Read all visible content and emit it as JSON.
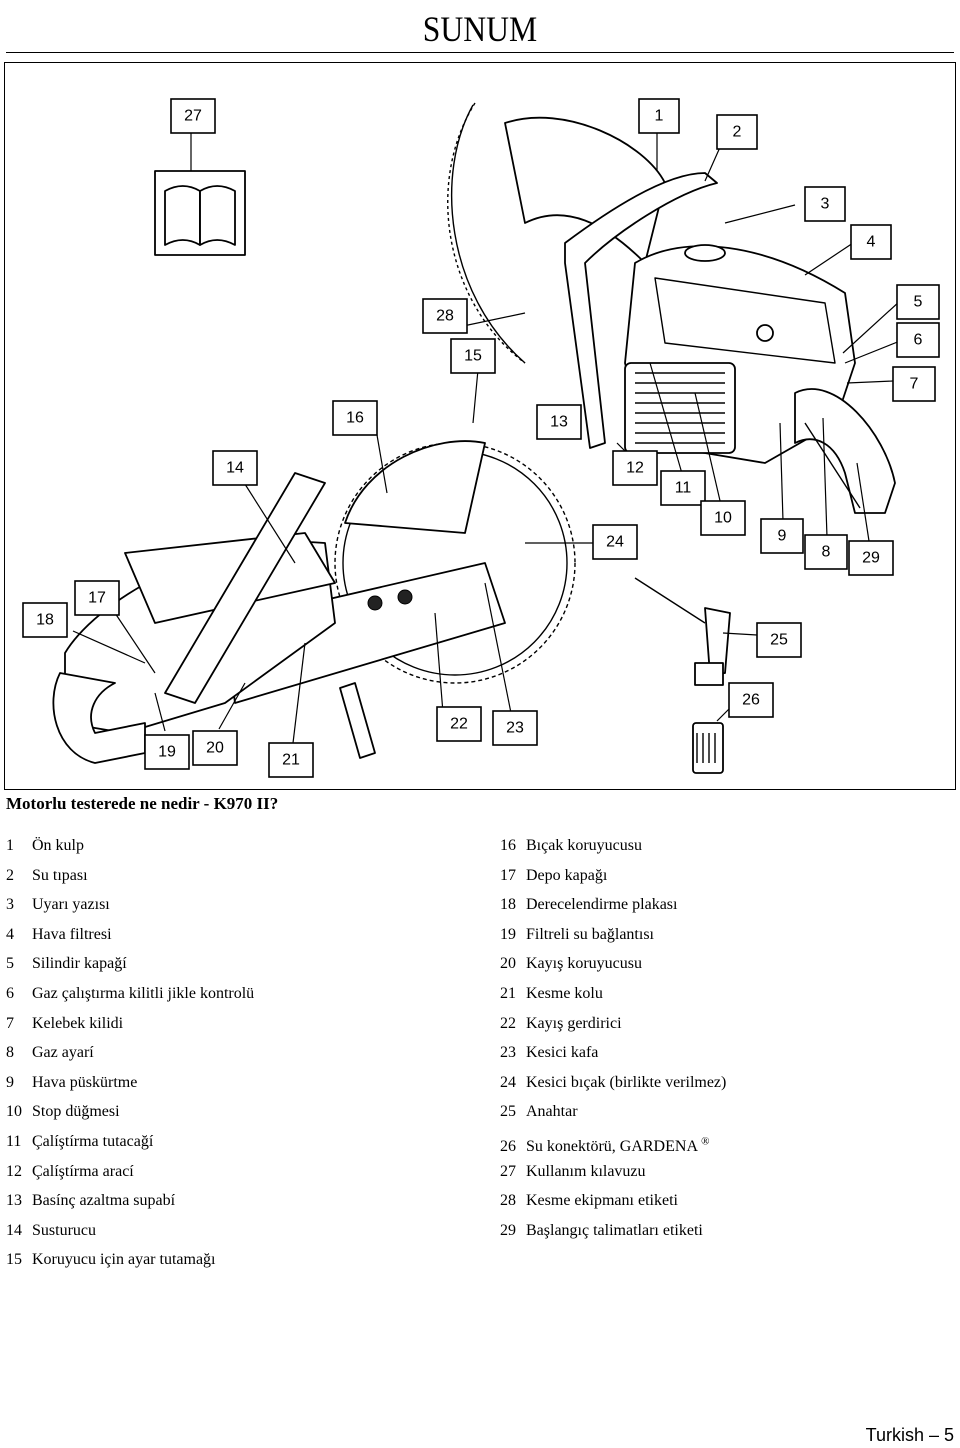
{
  "header": {
    "title": "SUNUM"
  },
  "figure": {
    "callouts": [
      "1",
      "2",
      "3",
      "4",
      "5",
      "6",
      "7",
      "8",
      "9",
      "10",
      "11",
      "12",
      "13",
      "14",
      "15",
      "16",
      "17",
      "18",
      "19",
      "20",
      "21",
      "22",
      "23",
      "24",
      "25",
      "26",
      "27",
      "28",
      "29"
    ]
  },
  "caption": "Motorlu testerede ne nedir - K970 II?",
  "parts_left": [
    {
      "num": "1",
      "label": "Ön kulp"
    },
    {
      "num": "2",
      "label": "Su tıpası"
    },
    {
      "num": "3",
      "label": "Uyarı yazısı"
    },
    {
      "num": "4",
      "label": "Hava filtresi"
    },
    {
      "num": "5",
      "label": "Silindir kapağí"
    },
    {
      "num": "6",
      "label": "Gaz çalıştırma kilitli jikle kontrolü"
    },
    {
      "num": "7",
      "label": "Kelebek kilidi"
    },
    {
      "num": "8",
      "label": "Gaz ayarí"
    },
    {
      "num": "9",
      "label": "Hava püskürtme"
    },
    {
      "num": "10",
      "label": "Stop düğmesi"
    },
    {
      "num": "11",
      "label": "Çalíştírma tutacağí"
    },
    {
      "num": "12",
      "label": "Çalíştírma arací"
    },
    {
      "num": "13",
      "label": "Basínç azaltma supabí"
    },
    {
      "num": "14",
      "label": "Susturucu"
    },
    {
      "num": "15",
      "label": "Koruyucu için ayar tutamağı"
    }
  ],
  "parts_right": [
    {
      "num": "16",
      "label": "Bıçak koruyucusu"
    },
    {
      "num": "17",
      "label": "Depo kapağı"
    },
    {
      "num": "18",
      "label": "Derecelendirme plakası"
    },
    {
      "num": "19",
      "label": "Filtreli su bağlantısı"
    },
    {
      "num": "20",
      "label": "Kayış koruyucusu"
    },
    {
      "num": "21",
      "label": "Kesme kolu"
    },
    {
      "num": "22",
      "label": "Kayış gerdirici"
    },
    {
      "num": "23",
      "label": "Kesici kafa"
    },
    {
      "num": "24",
      "label": "Kesici bıçak (birlikte verilmez)"
    },
    {
      "num": "25",
      "label": "Anahtar"
    },
    {
      "num": "26",
      "label": "Su konektörü, GARDENA",
      "sup": "®"
    },
    {
      "num": "27",
      "label": "Kullanım kılavuzu"
    },
    {
      "num": "28",
      "label": "Kesme ekipmanı etiketi"
    },
    {
      "num": "29",
      "label": "Başlangıç talimatları etiketi"
    }
  ],
  "footer": "Turkish – 5"
}
